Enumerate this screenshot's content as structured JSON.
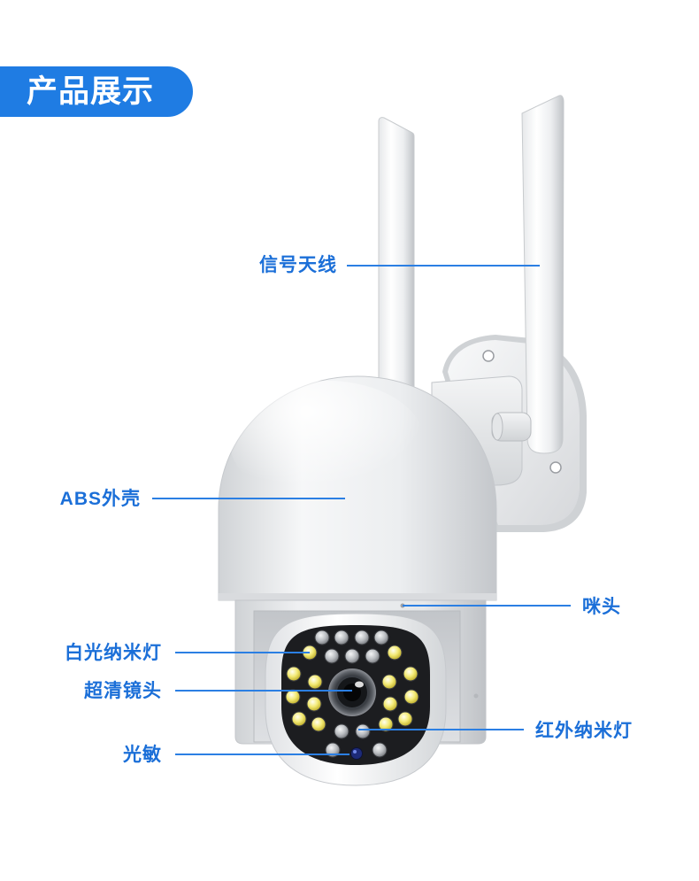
{
  "banner": {
    "title": "产品展示"
  },
  "callouts": {
    "antenna": "信号天线",
    "shell": "ABS外壳",
    "microphone": "咪头",
    "white_led": "白光纳米灯",
    "lens": "超清镜头",
    "ir_led": "红外纳米灯",
    "light_sensor": "光敏"
  },
  "colors": {
    "accent": "#1f7ce3",
    "label": "#1b6fd8",
    "line": "#2b7fe3",
    "background": "#ffffff"
  }
}
